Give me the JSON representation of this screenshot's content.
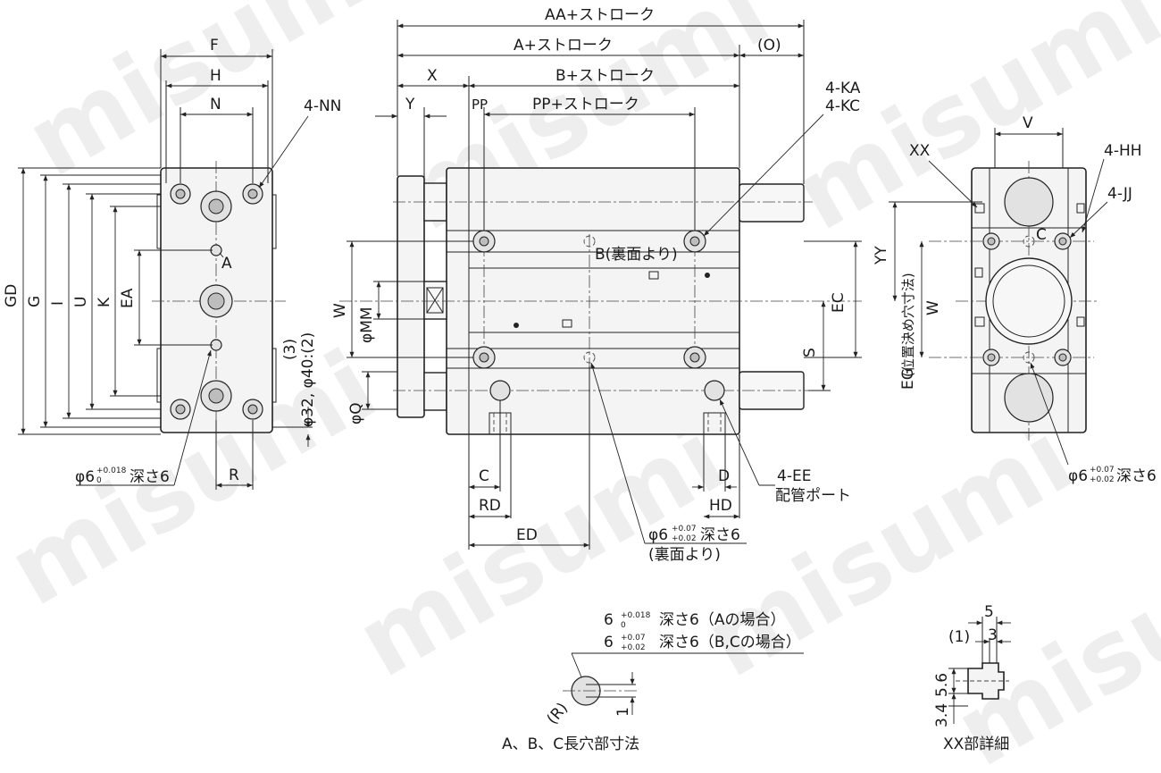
{
  "watermark": "misumi",
  "colors": {
    "line": "#222222",
    "fill": "#f4f4f4",
    "hole": "#bdbdbd",
    "watermark": "#eeeeee"
  },
  "front_view": {
    "labels": {
      "F": "F",
      "H": "H",
      "N": "N",
      "nn": "4-NN",
      "a": "A",
      "gd": "GD",
      "g": "G",
      "i": "I",
      "u": "U",
      "k": "K",
      "ea": "EA",
      "three": "(3)",
      "phi32": "φ32, φ40:(2)",
      "r": "R",
      "hole": "φ6",
      "hole_tol_up": "+0.018",
      "hole_tol_dn": "0",
      "hole_depth": "深さ6"
    }
  },
  "side_view": {
    "labels": {
      "aa": "AA+ストローク",
      "a": "A+ストローク",
      "o": "(O)",
      "x": "X",
      "b": "B+ストローク",
      "y": "Y",
      "pp": "PP",
      "pp_stroke": "PP+ストローク",
      "ka": "4-KA",
      "kc": "4-KC",
      "b_back": "B(裏面より)",
      "w": "W",
      "mm": "φMM",
      "q": "φQ",
      "ec": "EC",
      "s": "S",
      "c": "C",
      "rd": "RD",
      "ed": "ED",
      "d": "D",
      "hd": "HD",
      "ee": "4-EE",
      "port": "配管ポート",
      "back_hole": "φ6",
      "back_tol_up": "+0.07",
      "back_tol_dn": "+0.02",
      "back_depth": "深さ6",
      "back_note": "(裏面より)"
    }
  },
  "end_view": {
    "labels": {
      "v": "V",
      "xx": "XX",
      "hh": "4-HH",
      "jj": "4-JJ",
      "yy": "YY",
      "pos": "(位置決め穴寸法)",
      "eg": "EG",
      "w": "W",
      "c": "C",
      "hole": "φ6",
      "tol_up": "+0.07",
      "tol_dn": "+0.02",
      "depth": "深さ6"
    }
  },
  "slot_detail": {
    "line1": {
      "size": "6",
      "tol_up": "+0.018",
      "tol_dn": "0",
      "text": "深さ6（Aの場合）"
    },
    "line2": {
      "size": "6",
      "tol_up": "+0.07",
      "tol_dn": "+0.02",
      "text": "深さ6（B,Cの場合）"
    },
    "r": "(R)",
    "one": "1",
    "caption": "A、B、C長穴部寸法"
  },
  "xx_detail": {
    "five": "5",
    "one": "(1)",
    "three": "3",
    "five_six": "5.6",
    "three_four": "3.4",
    "caption": "XX部詳細"
  }
}
